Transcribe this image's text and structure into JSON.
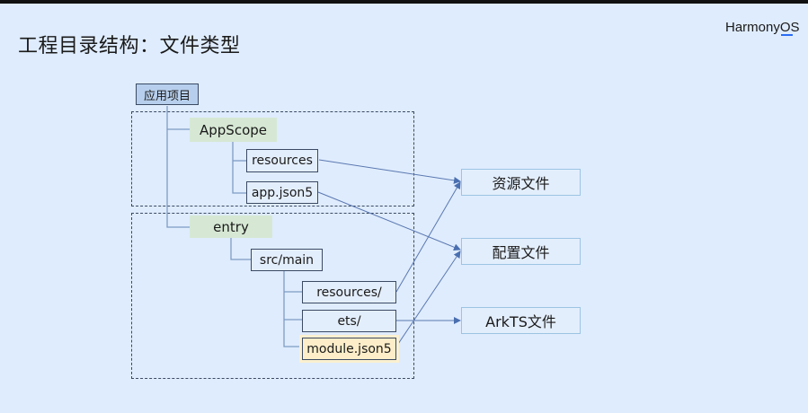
{
  "slide": {
    "title": "工程目录结构：文件类型",
    "brand": {
      "main": "Harmony",
      "suffix": "OS"
    }
  },
  "tree": {
    "root": "应用项目",
    "appscope": {
      "label": "AppScope",
      "children": [
        "resources",
        "app.json5"
      ]
    },
    "entry": {
      "label": "entry",
      "src": "src/main",
      "children": [
        "resources/",
        "ets/",
        "module.json5"
      ]
    }
  },
  "targets": [
    "资源文件",
    "配置文件",
    "ArkTS文件"
  ],
  "mappings": [
    {
      "from": "resources",
      "to": "资源文件"
    },
    {
      "from": "app.json5",
      "to": "配置文件"
    },
    {
      "from": "resources/",
      "to": "资源文件"
    },
    {
      "from": "ets/",
      "to": "ArkTS文件"
    },
    {
      "from": "module.json5",
      "to": "配置文件"
    }
  ],
  "colors": {
    "background": "#dfecfd",
    "root_fill": "#b7cfec",
    "group_fill": "#d6e8d4",
    "highlight_fill": "#fdeec9",
    "arrow": "#4a6fb0",
    "brand_accent": "#2a6df4"
  }
}
